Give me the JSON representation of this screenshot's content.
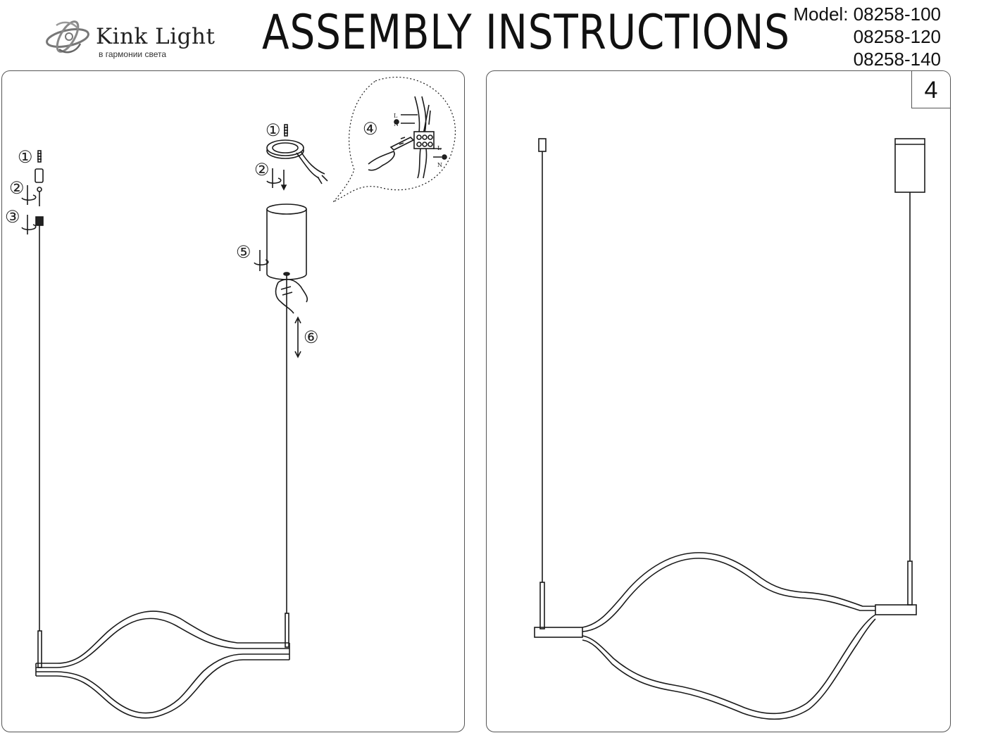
{
  "brand": {
    "name": "Kink Light",
    "tagline": "в гармонии света"
  },
  "document": {
    "title": "ASSEMBLY INSTRUCTIONS",
    "model_label": "Model: 08258-100",
    "model_variants": [
      "08258-120",
      "08258-140"
    ]
  },
  "steps": {
    "panel_step_number": "4",
    "callouts": [
      "①",
      "②",
      "③",
      "④",
      "⑤",
      "⑥"
    ],
    "wiring_letters": [
      "L",
      "N"
    ]
  },
  "colors": {
    "line": "#1a1a1a",
    "frame": "#555555"
  }
}
